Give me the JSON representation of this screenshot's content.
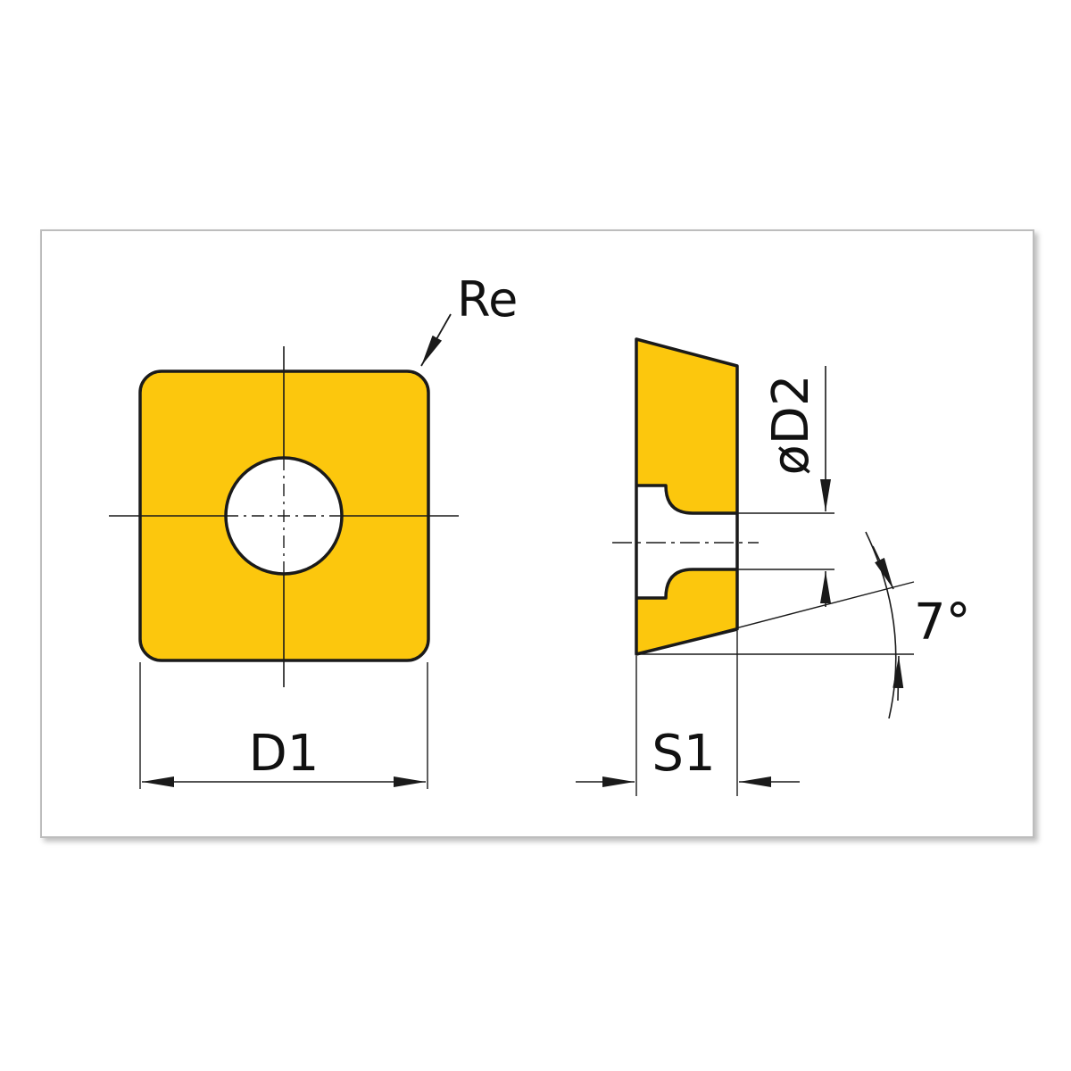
{
  "diagram": {
    "title": "",
    "colors": {
      "insert_fill": "#fcc70d",
      "outline": "#1a1a1a",
      "background": "#ffffff",
      "frame_border": "#bdbdbd",
      "hole_fill": "#ffffff"
    },
    "labels": {
      "corner_radius": "Re",
      "width": "D1",
      "hole_diameter": "øD2",
      "thickness": "S1",
      "clearance_angle": "7°"
    }
  }
}
